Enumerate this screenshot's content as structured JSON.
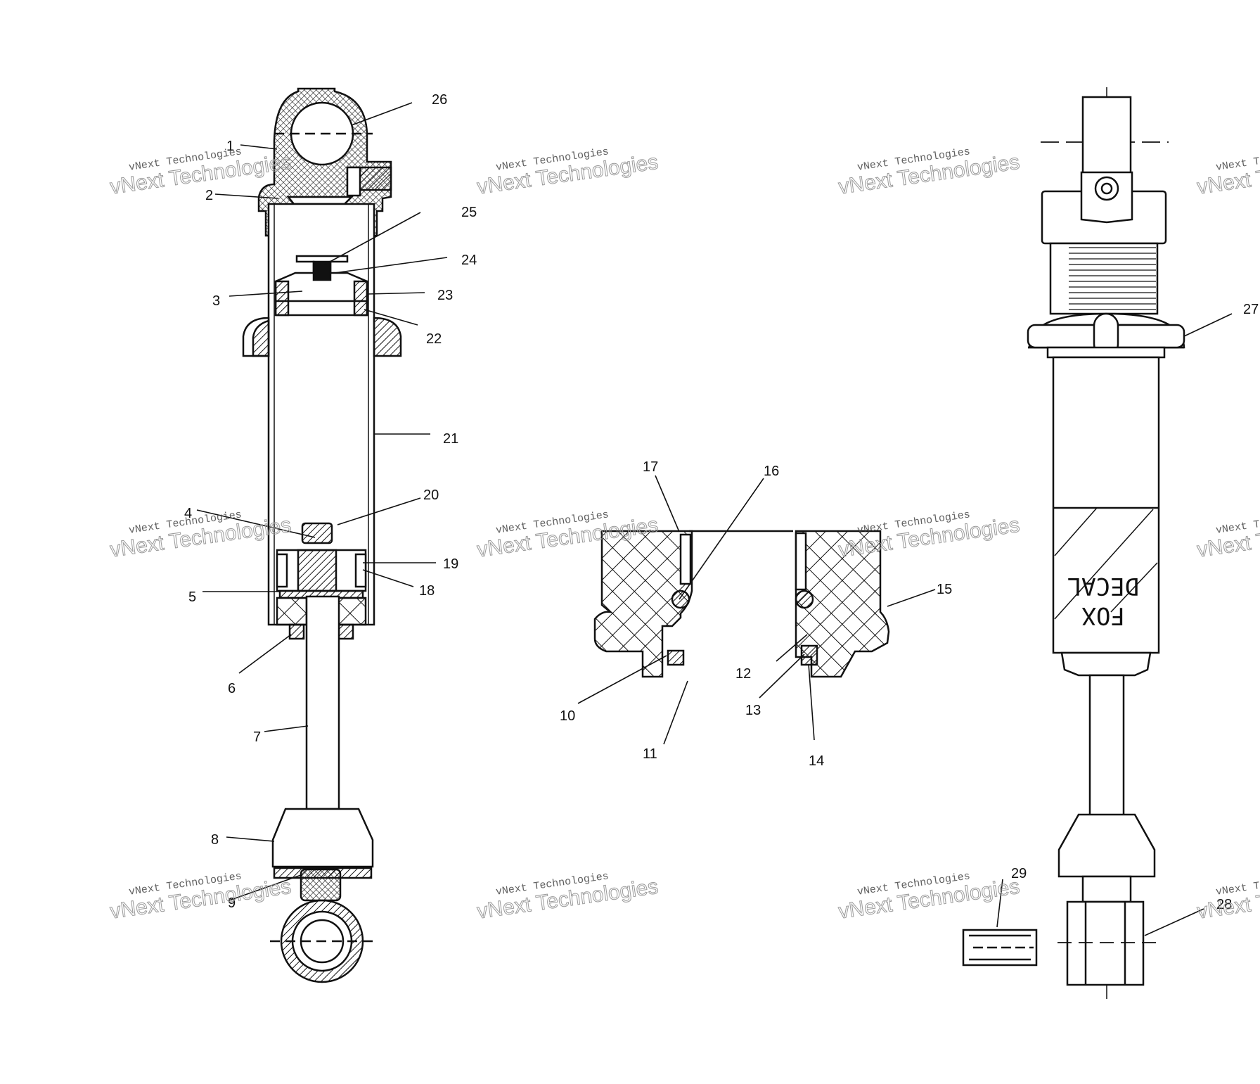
{
  "callouts": {
    "c1": "1",
    "c2": "2",
    "c3": "3",
    "c4": "4",
    "c5": "5",
    "c6": "6",
    "c7": "7",
    "c8": "8",
    "c9": "9",
    "c10": "10",
    "c11": "11",
    "c12": "12",
    "c13": "13",
    "c14": "14",
    "c15": "15",
    "c16": "16",
    "c17": "17",
    "c18": "18",
    "c19": "19",
    "c20": "20",
    "c21": "21",
    "c22": "22",
    "c23": "23",
    "c24": "24",
    "c25": "25",
    "c26": "26",
    "c27": "27",
    "c28": "28",
    "c29": "29"
  },
  "decal": {
    "line1": "DECAL",
    "line2": "FOX"
  },
  "watermark": {
    "line1": "vNext Technologies",
    "line2": "vNext Technologies"
  },
  "colors": {
    "ink": "#111111",
    "background": "#ffffff",
    "watermark": "#9a9a9a"
  }
}
